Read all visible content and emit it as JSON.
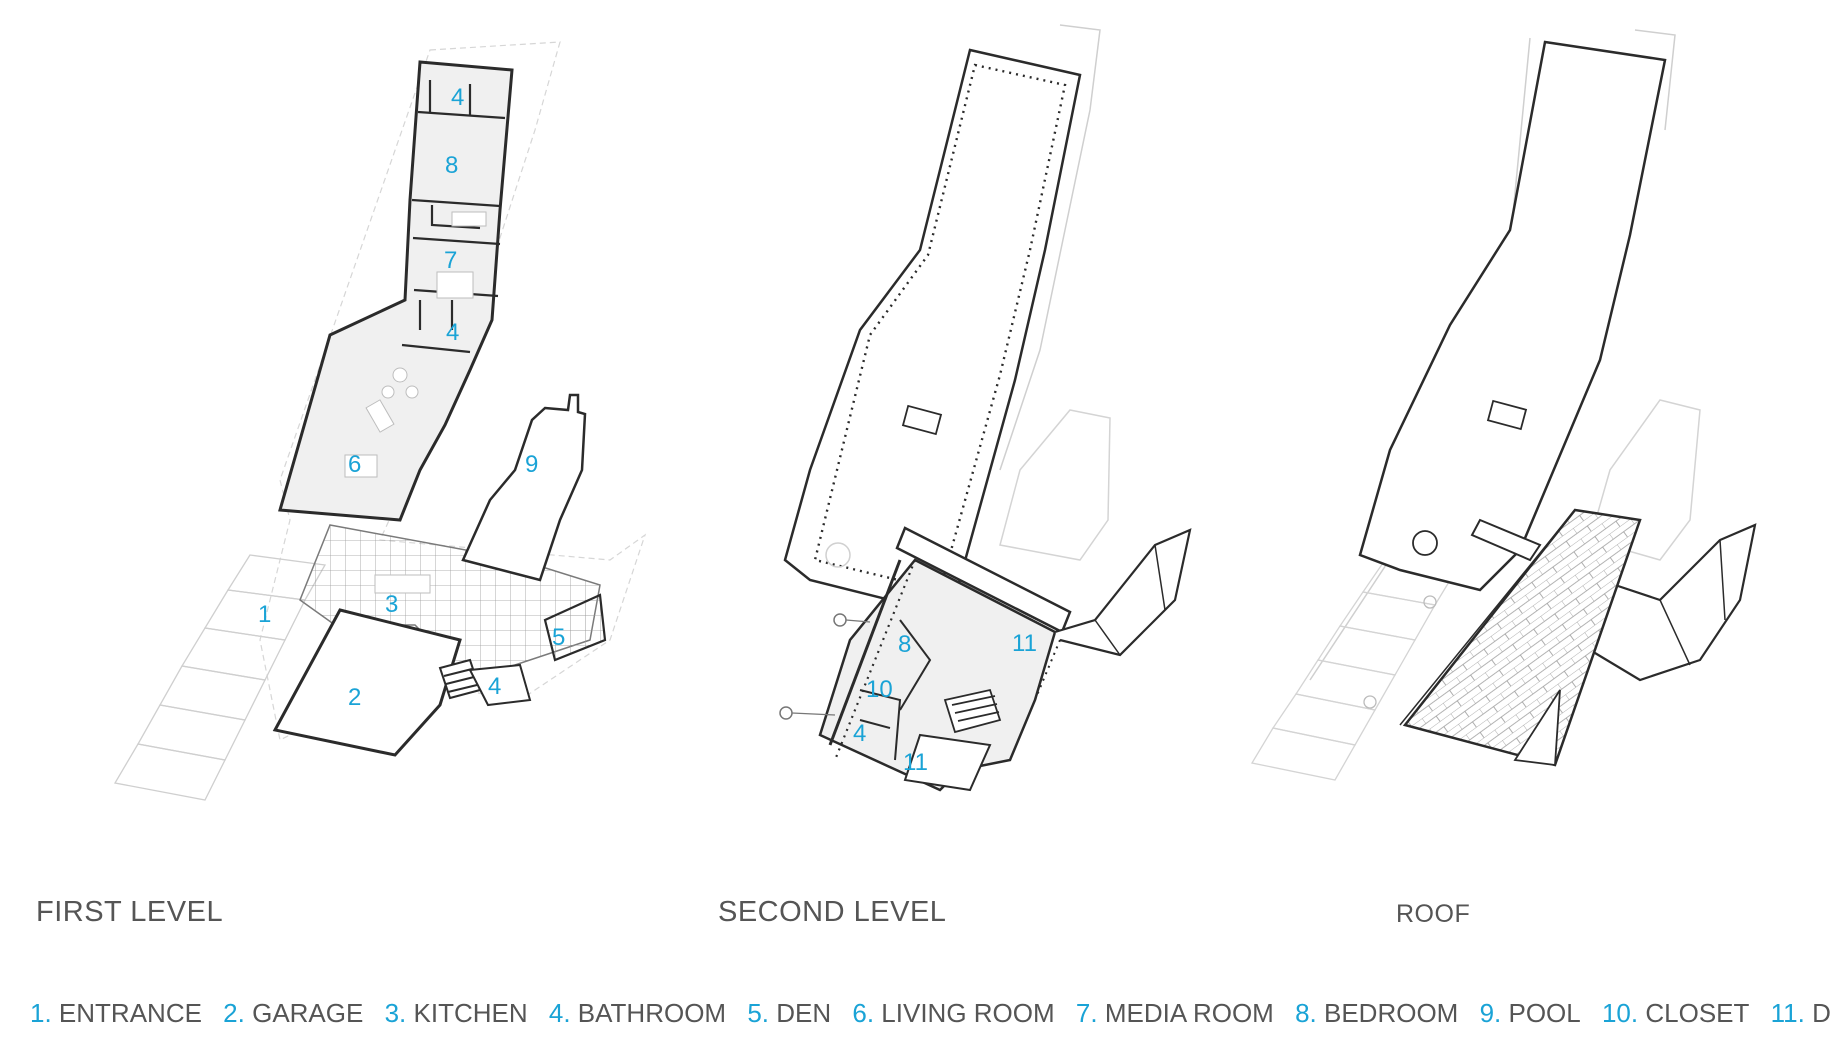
{
  "levels": {
    "first": {
      "title": "FIRST LEVEL",
      "room_numbers": [
        "4",
        "8",
        "7",
        "4",
        "6",
        "9",
        "1",
        "3",
        "5",
        "4",
        "2"
      ]
    },
    "second": {
      "title": "SECOND LEVEL",
      "room_numbers": [
        "8",
        "11",
        "10",
        "4",
        "11"
      ]
    },
    "roof": {
      "title": "ROOF"
    }
  },
  "legend": [
    {
      "num": "1.",
      "label": "ENTRANCE"
    },
    {
      "num": "2.",
      "label": "GARAGE"
    },
    {
      "num": "3.",
      "label": "KITCHEN"
    },
    {
      "num": "4.",
      "label": "BATHROOM"
    },
    {
      "num": "5.",
      "label": "DEN"
    },
    {
      "num": "6.",
      "label": "LIVING ROOM"
    },
    {
      "num": "7.",
      "label": "MEDIA ROOM"
    },
    {
      "num": "8.",
      "label": "BEDROOM"
    },
    {
      "num": "9.",
      "label": "POOL"
    },
    {
      "num": "10.",
      "label": "CLOSET"
    },
    {
      "num": "11.",
      "label": "DECK"
    }
  ],
  "colors": {
    "accent": "#1aa3d6",
    "text": "#555555",
    "line": "#333333",
    "faint": "#c8c8c8"
  }
}
